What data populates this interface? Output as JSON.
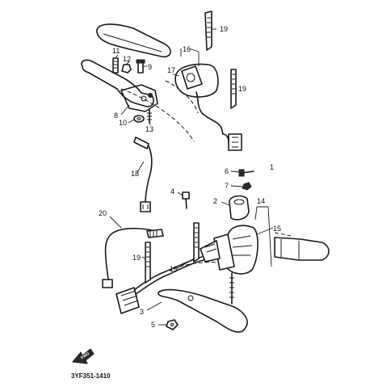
{
  "diagram_code": "3YF351-1410",
  "fwd_label": "FWD",
  "callouts": {
    "c1": "1",
    "c2": "2",
    "c3": "3",
    "c4": "4",
    "c5": "5",
    "c6": "6",
    "c7": "7",
    "c8": "8",
    "c9": "9",
    "c10": "10",
    "c11": "11",
    "c12": "12",
    "c13": "13",
    "c14": "14",
    "c15": "15",
    "c16": "16",
    "c17": "17",
    "c18": "18",
    "c19a": "19",
    "c19b": "19",
    "c19c": "19",
    "c19d": "19",
    "c20": "20"
  },
  "colors": {
    "line": "#1a1a1a",
    "background": "#ffffff"
  }
}
